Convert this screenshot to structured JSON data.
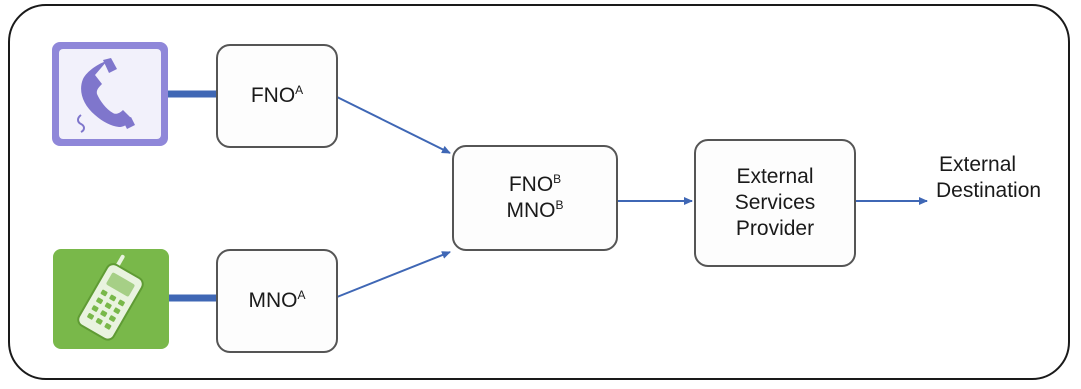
{
  "diagram": {
    "fno_a": {
      "main": "FNO",
      "sup": "A"
    },
    "mno_a": {
      "main": "MNO",
      "sup": "A"
    },
    "hub": {
      "line1": {
        "main": "FNO",
        "sup": "B"
      },
      "line2": {
        "main": "MNO",
        "sup": "B"
      }
    },
    "provider": {
      "line1": "External",
      "line2": "Services",
      "line3": "Provider"
    },
    "destination": {
      "line1": "External",
      "line2": "Destination"
    },
    "icons": {
      "fixed": "landline-phone-icon",
      "mobile": "mobile-phone-icon"
    },
    "colors": {
      "arrow": "#3f67b5",
      "fixed_terminal": "#8f87d9",
      "mobile_terminal": "#79b84a",
      "border": "#555555"
    }
  }
}
